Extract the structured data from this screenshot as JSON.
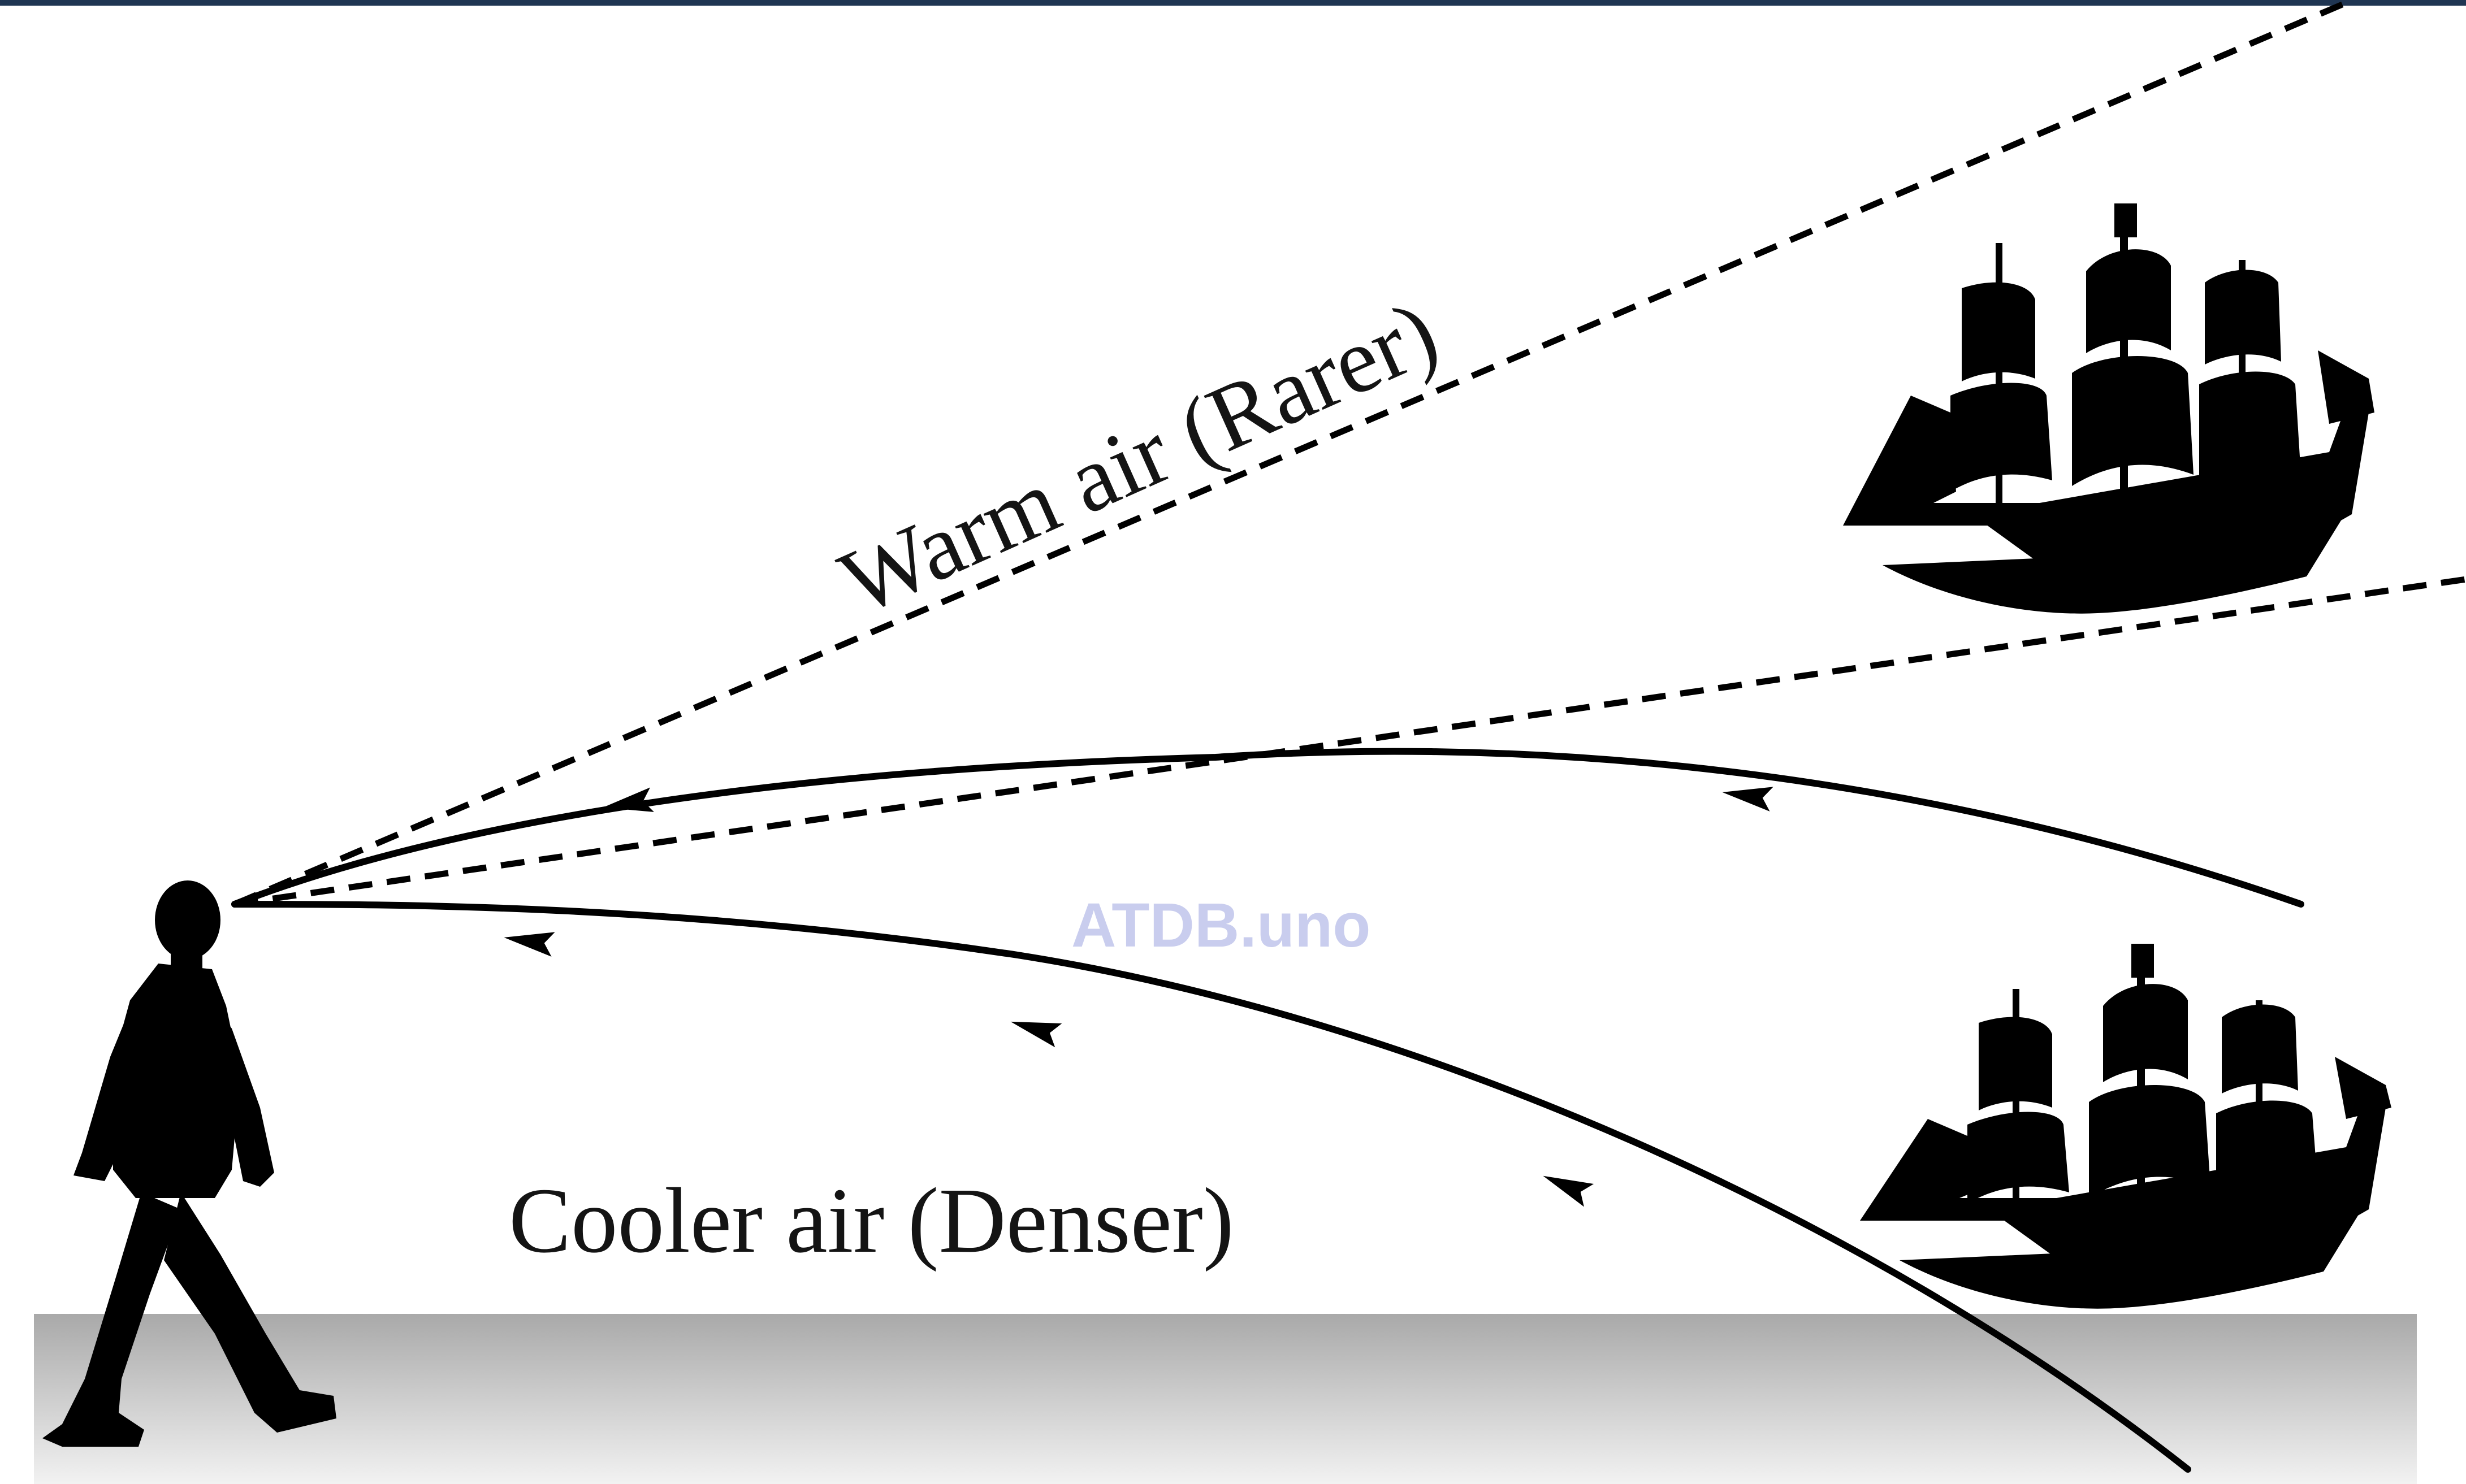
{
  "labels": {
    "warm_air": "Warm air (Rarer)",
    "cooler_air": "Cooler air (Denser)"
  },
  "watermark": "ATDB.uno",
  "colors": {
    "frame_top": "#1f3552",
    "ink": "#000000",
    "ground_light": "#e6e6e6",
    "ground_dark": "#a9a9a9",
    "watermark": "#c9cdee"
  },
  "icons": {
    "observer": "walking-person-silhouette",
    "ship": "sailing-ship-silhouette"
  }
}
